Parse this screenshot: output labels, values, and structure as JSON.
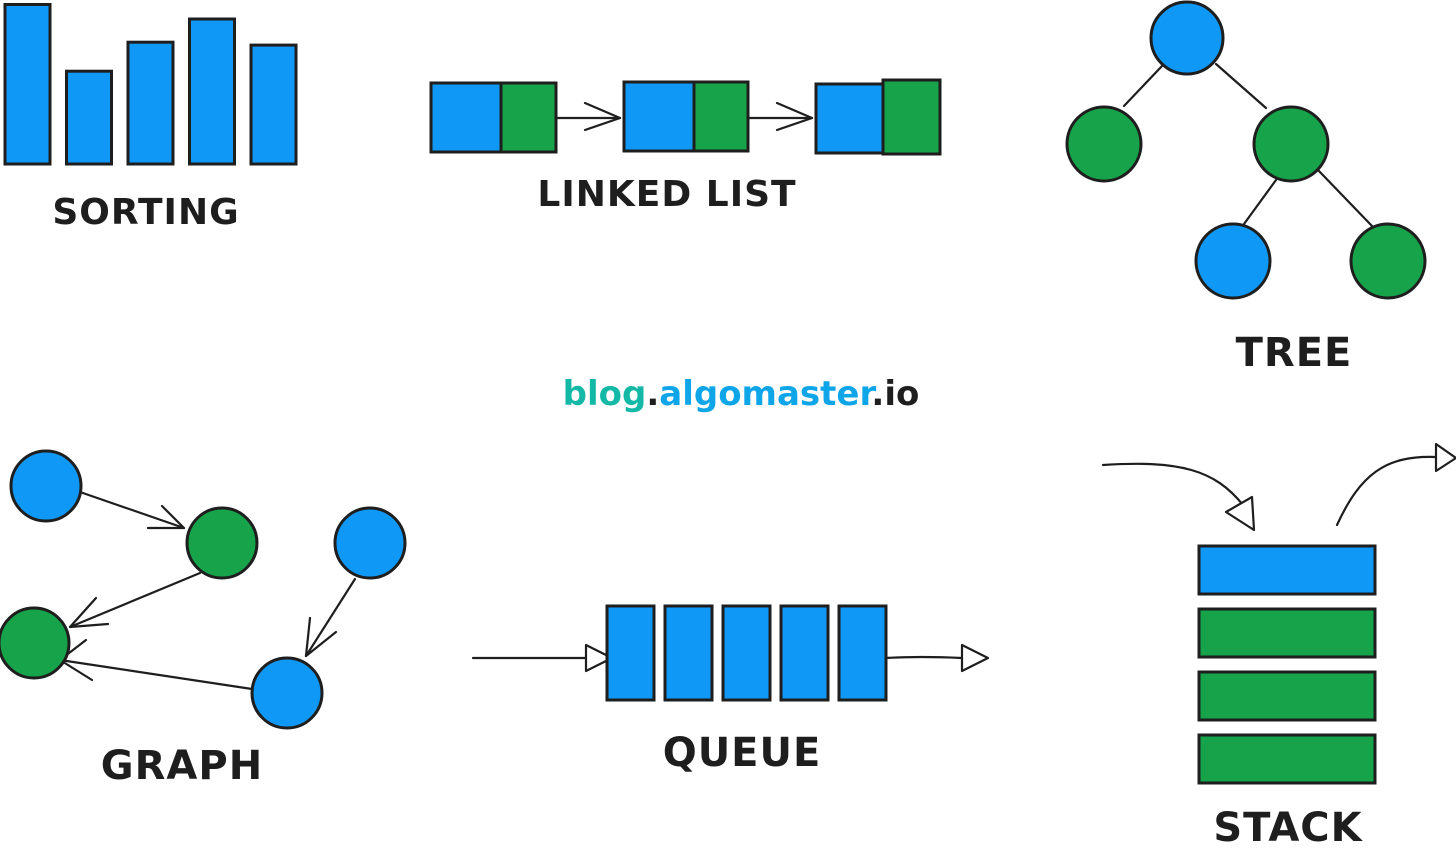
{
  "colors": {
    "blue": "#1098f7",
    "green": "#16a34a",
    "stroke": "#1e1e1e",
    "brand_teal": "#14b8a6",
    "brand_blue": "#0ea5e9",
    "brand_dark": "#1e1e1e"
  },
  "labels": {
    "sorting": "SORTING",
    "linked_list": "LINKED LIST",
    "tree": "TREE",
    "graph": "GRAPH",
    "queue": "QUEUE",
    "stack": "STACK"
  },
  "brand": {
    "part1": "blog",
    "dot1": ".",
    "part2": "algomaster",
    "dot2": ".",
    "part3": "io"
  },
  "sorting": {
    "bar_values": [
      5.5,
      3.2,
      4.2,
      5.0,
      4.1
    ]
  },
  "linked_list": {
    "node_count": 3
  },
  "queue": {
    "cell_count": 5
  },
  "stack": {
    "layers": [
      "blue",
      "green",
      "green",
      "green"
    ]
  },
  "tree": {
    "nodes": [
      "blue",
      "green",
      "green",
      "blue",
      "green"
    ]
  },
  "graph": {
    "nodes": [
      "blue",
      "green",
      "blue",
      "green",
      "blue"
    ]
  }
}
